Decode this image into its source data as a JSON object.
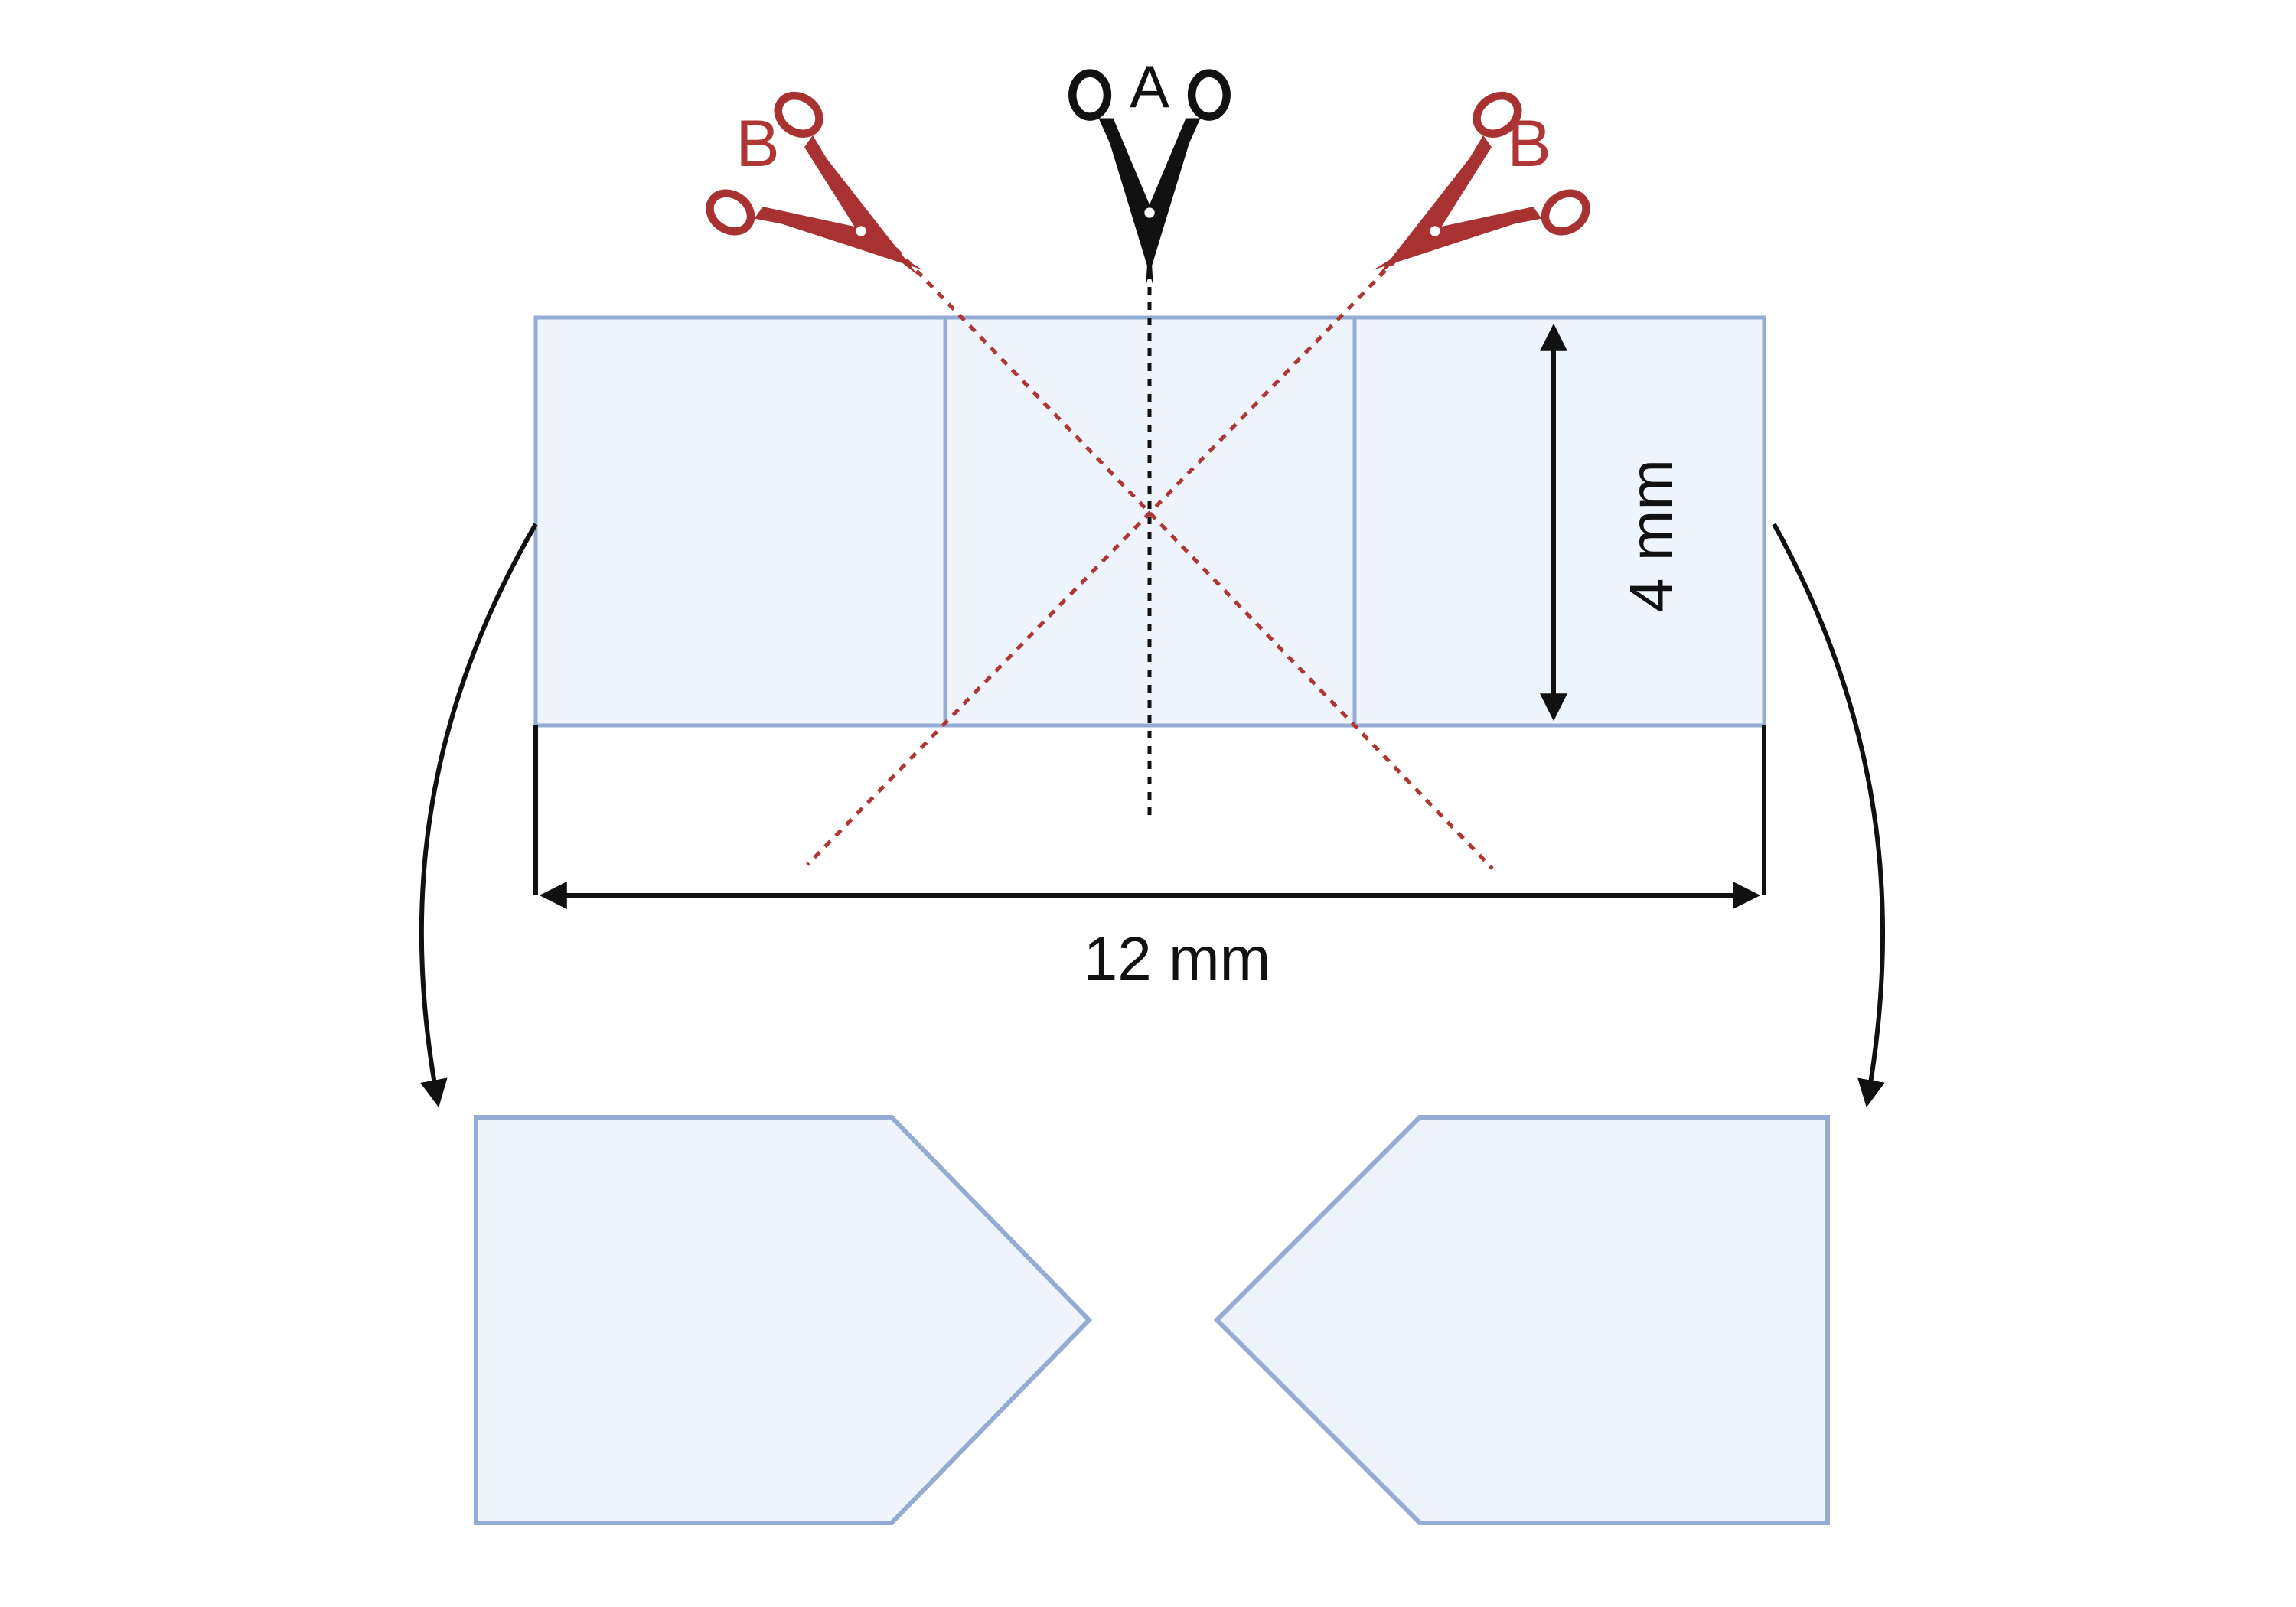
{
  "labels": {
    "cut_a": "A",
    "cut_b_left": "B",
    "cut_b_right": "B",
    "width": "12 mm",
    "height": "4 mm"
  },
  "colors": {
    "strip_fill": "#edf4fb",
    "strip_stroke": "#94abd3",
    "cut_a": "#111111",
    "cut_b": "#b03535",
    "dimension": "#111111"
  },
  "icons": {
    "cut_a": "scissors-icon",
    "cut_b": "scissors-icon"
  }
}
